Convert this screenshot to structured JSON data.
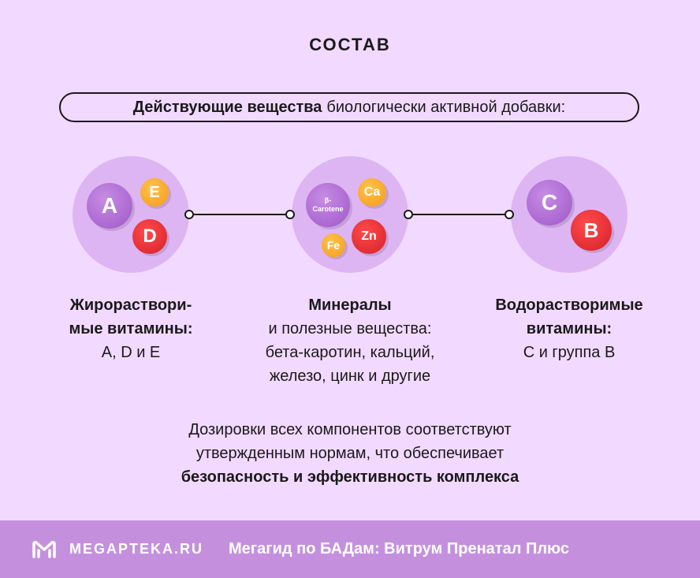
{
  "title": "СОСТАВ",
  "intro": {
    "bold": "Действующие вещества",
    "rest": "биологически активной добавки:"
  },
  "groups": [
    {
      "balls": [
        "A",
        "E",
        "D"
      ],
      "heading": [
        "Жирораствори-",
        "мые витамины:"
      ],
      "lines": [
        "A, D и E"
      ]
    },
    {
      "balls": [
        "β-",
        "Carotene",
        "Ca",
        "Fe",
        "Zn"
      ],
      "heading": [
        "Минералы"
      ],
      "lines": [
        "и полезные вещества:",
        "бета-каротин, кальций,",
        "железо, цинк и другие"
      ]
    },
    {
      "balls": [
        "C",
        "B"
      ],
      "heading": [
        "Водорастворимые",
        "витамины:"
      ],
      "lines": [
        "C и группа B"
      ]
    }
  ],
  "bottom": {
    "line1": "Дозировки всех компонентов соответствуют",
    "line2": "утвержденным нормам, что обеспечивает",
    "line3": "безопасность и эффективность комплекса"
  },
  "footer": {
    "logo_icon": "megapteka-m-logo-icon",
    "brand": "MEGAPTEKA.RU",
    "tagline": "Мегагид по БАДам: Витрум Пренатал Плюс"
  },
  "colors": {
    "background": "#f2d9ff",
    "circle": "#deb5f3",
    "purple": "#b070d6",
    "orange": "#f8a926",
    "red": "#e42c33",
    "footer": "#c490de"
  }
}
